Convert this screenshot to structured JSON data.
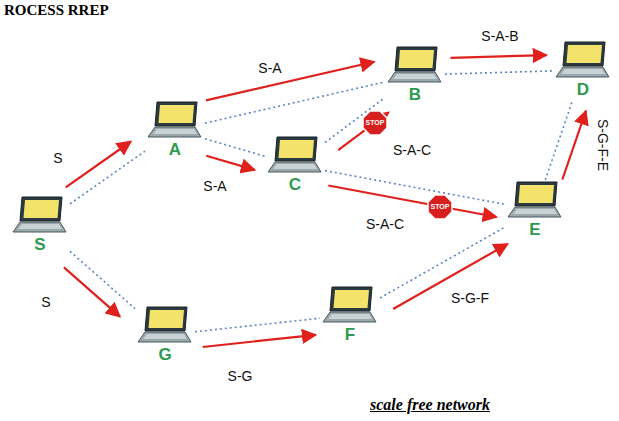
{
  "diagram": {
    "caption": "scale free network",
    "nodes": [
      {
        "text": [
          "S"
        ]
      },
      {
        "text": [
          "A"
        ]
      },
      {
        "text": [
          "B"
        ]
      },
      {
        "text": [
          "C"
        ]
      },
      {
        "text": [
          "D"
        ]
      },
      {
        "text": [
          "E"
        ]
      },
      {
        "text": [
          "F"
        ]
      },
      {
        "text": [
          "G"
        ]
      }
    ],
    "edges": [
      {
        "from": 0,
        "to": 1,
        "arrow": "none"
      },
      {
        "from": 0,
        "to": 7,
        "arrow": "none"
      },
      {
        "from": 1,
        "to": 2,
        "arrow": "none"
      },
      {
        "from": 1,
        "to": 3,
        "arrow": "none"
      },
      {
        "from": 3,
        "to": 2,
        "arrow": "none"
      },
      {
        "from": 3,
        "to": 5,
        "arrow": "none"
      },
      {
        "from": 2,
        "to": 4,
        "arrow": "none"
      },
      {
        "from": 5,
        "to": 4,
        "arrow": "none"
      },
      {
        "from": 7,
        "to": 6,
        "arrow": "none"
      },
      {
        "from": 6,
        "to": 5,
        "arrow": "none"
      },
      {
        "from": 0,
        "to": 1,
        "arrow": "to",
        "label": "S"
      },
      {
        "from": 0,
        "to": 7,
        "arrow": "to",
        "label": "S"
      },
      {
        "from": 1,
        "to": 2,
        "arrow": "to",
        "label": "S-A"
      },
      {
        "from": 1,
        "to": 3,
        "arrow": "to",
        "label": "S-A"
      },
      {
        "from": 3,
        "to": 2,
        "arrow": "to",
        "label": "S-A-C"
      },
      {
        "from": 3,
        "to": 5,
        "arrow": "to",
        "label": "S-A-C"
      },
      {
        "from": 2,
        "to": 4,
        "arrow": "to",
        "label": "S-A-B"
      },
      {
        "from": 7,
        "to": 6,
        "arrow": "to",
        "label": "S-G"
      },
      {
        "from": 6,
        "to": 5,
        "arrow": "to",
        "label": "S-G-F"
      },
      {
        "from": 5,
        "to": 4,
        "arrow": "to",
        "label": "S-G-F-E"
      }
    ],
    "labels": [
      "ROCESS RREP",
      "STOP",
      "STOP"
    ]
  }
}
